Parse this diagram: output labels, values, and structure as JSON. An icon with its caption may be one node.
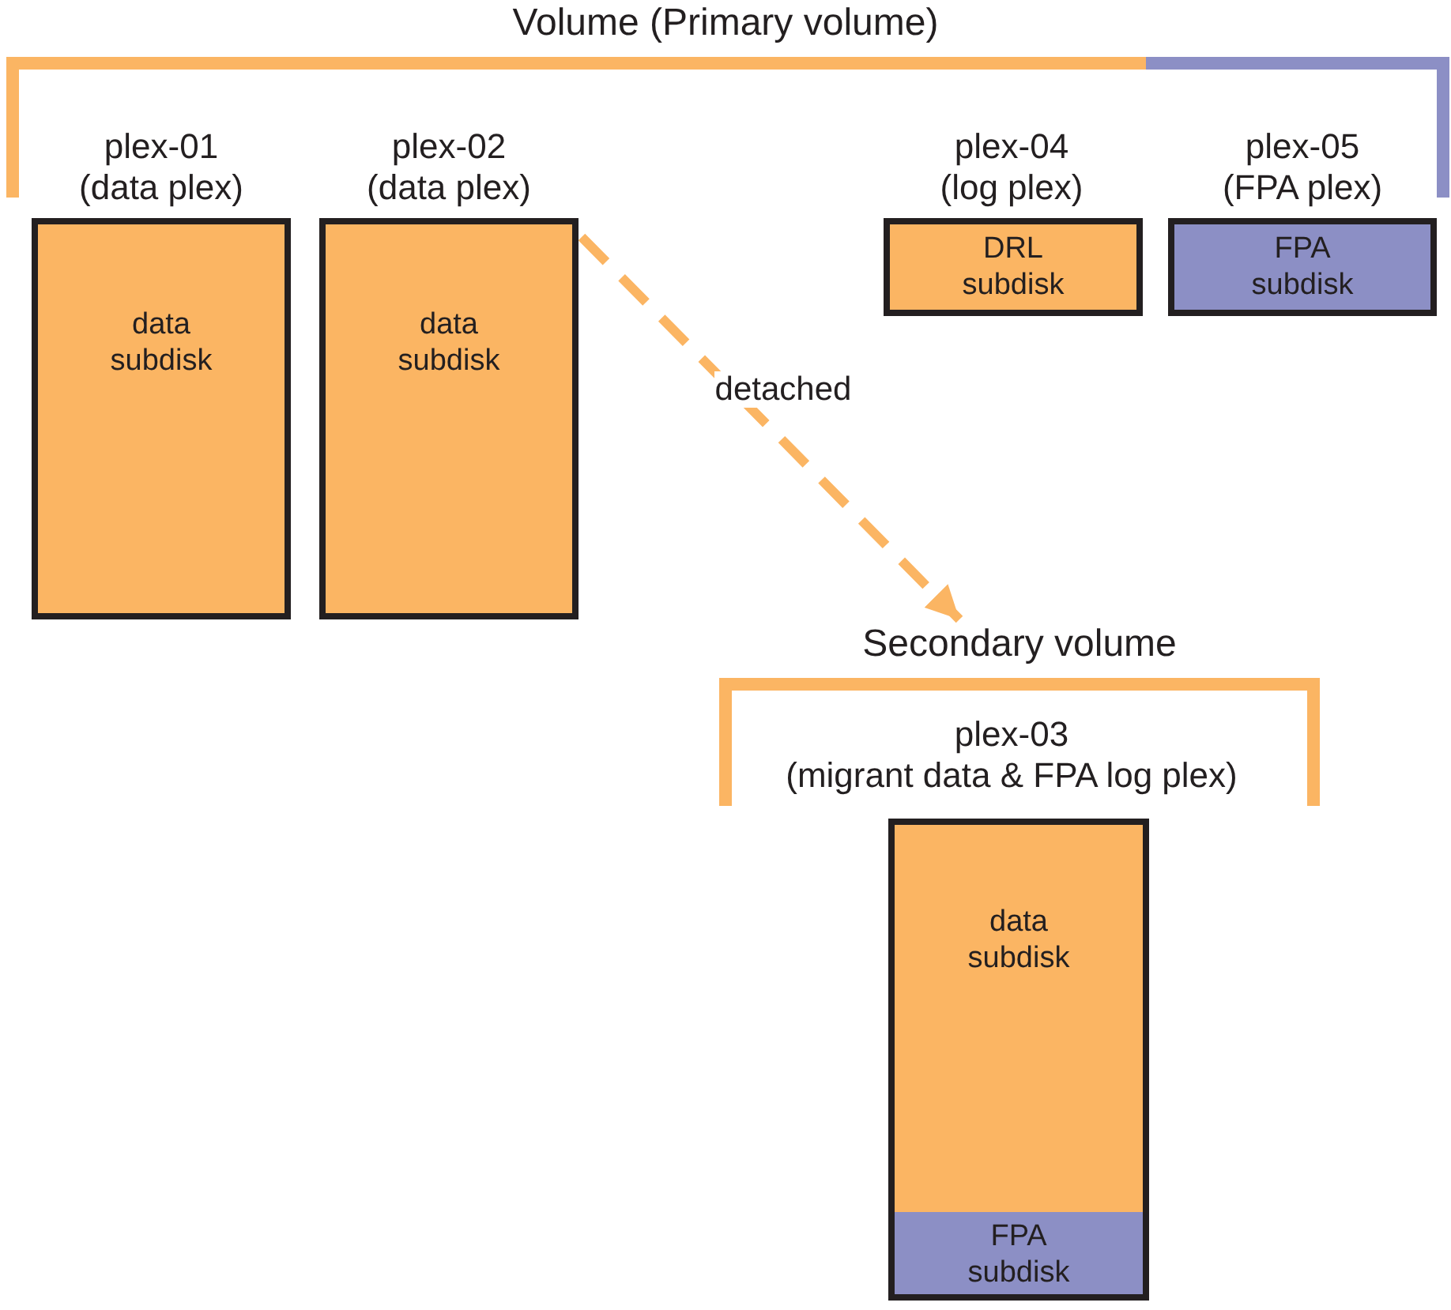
{
  "diagram": {
    "nodes": [
      {
        "text": [
          "Volume (Primary volume)"
        ]
      },
      {
        "text": [
          "plex-01 (data plex)",
          "data subdisk"
        ],
        "in": 0
      },
      {
        "text": [
          "plex-02 (data plex)",
          "data subdisk"
        ],
        "in": 0
      },
      {
        "text": [
          "plex-04 (log plex)",
          "DRL subdisk"
        ],
        "in": 0
      },
      {
        "text": [
          "plex-05 (FPA plex)",
          "FPA subdisk"
        ],
        "in": 0
      },
      {
        "text": [
          "Secondary volume"
        ]
      },
      {
        "text": [
          "plex-03 (migrant data & FPA log plex)"
        ],
        "in": 5
      },
      {
        "text": [
          "data subdisk"
        ],
        "in": 6
      },
      {
        "text": [
          "FPA subdisk"
        ],
        "in": 6
      }
    ],
    "edges": [
      {
        "from": 2,
        "to": 5,
        "arrow": "to",
        "label": "detached",
        "style": "dashed",
        "color": "#fbb563"
      }
    ]
  }
}
